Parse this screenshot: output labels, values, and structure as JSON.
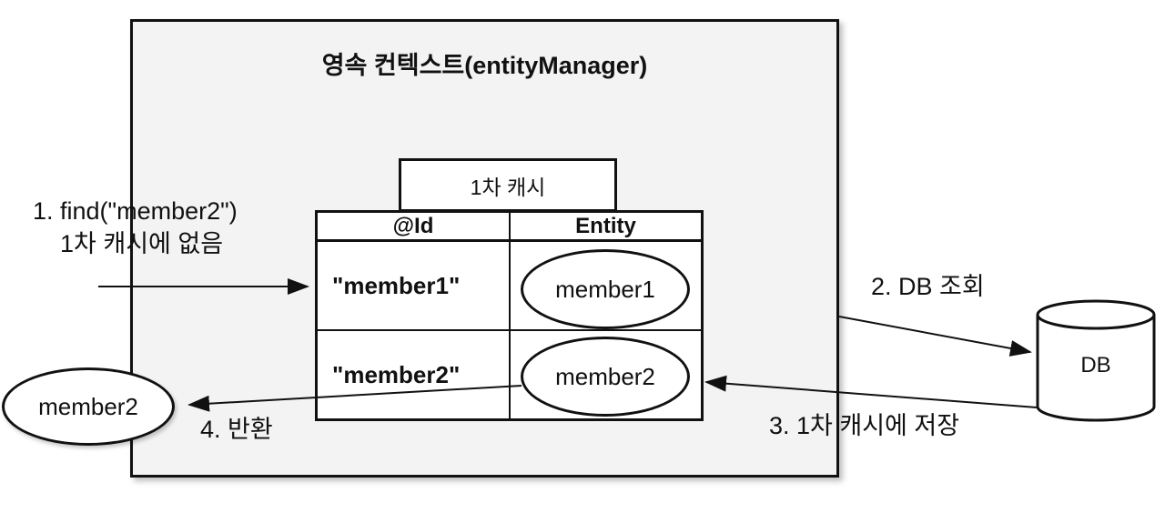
{
  "diagram": {
    "context_box": {
      "title": "영속 컨텍스트(entityManager)"
    },
    "cache": {
      "label": "1차 캐시",
      "table": {
        "headers": [
          "@Id",
          "Entity"
        ],
        "rows": [
          {
            "id": "\"member1\"",
            "entity": "member1"
          },
          {
            "id": "\"member2\"",
            "entity": "member2"
          }
        ]
      }
    },
    "steps": [
      {
        "label": "1. find(\"member2\")",
        "sublabel": "1차 캐시에 없음"
      },
      {
        "label": "2. DB 조회"
      },
      {
        "label": "3. 1차 캐시에 저장"
      },
      {
        "label": "4. 반환"
      }
    ],
    "db": {
      "label": "DB"
    },
    "result_entity": {
      "label": "member2"
    },
    "colors": {
      "box_fill": "#f3f3f3",
      "line": "#111111",
      "fill": "#ffffff"
    }
  }
}
